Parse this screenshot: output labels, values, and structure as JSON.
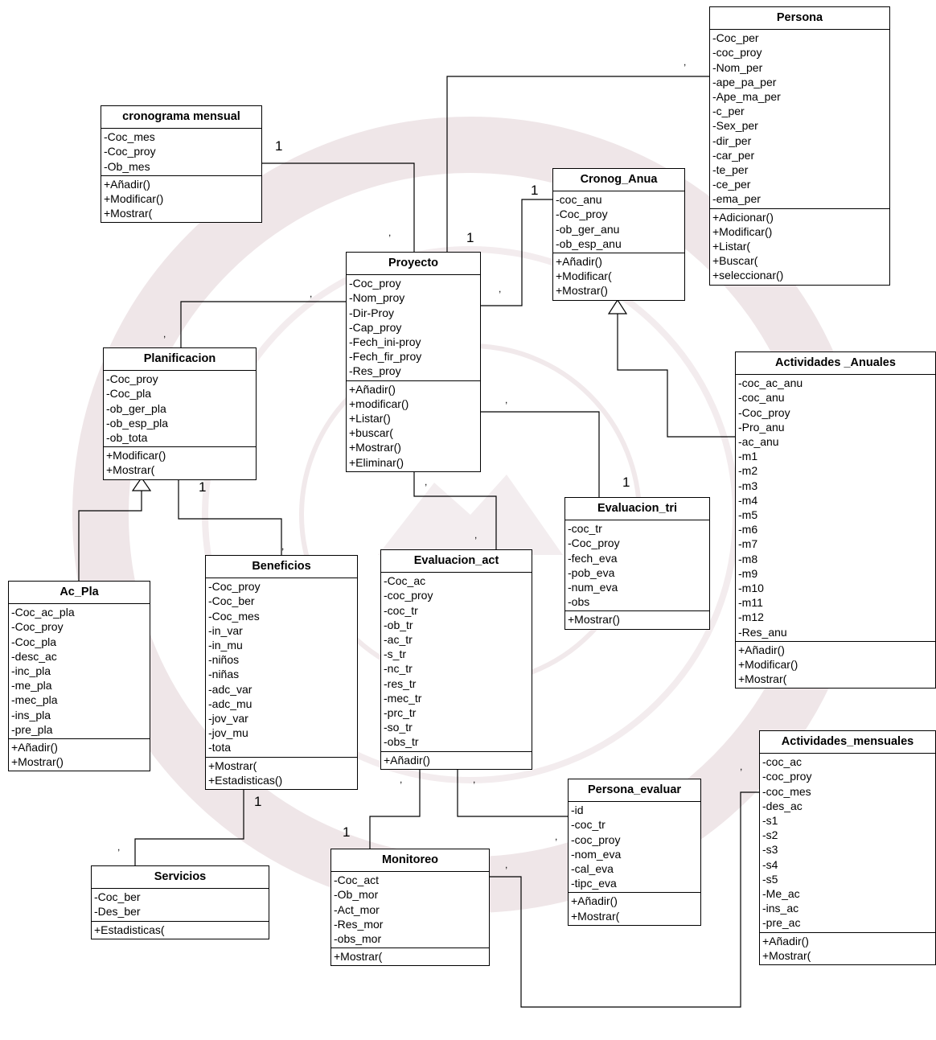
{
  "classes": {
    "persona": {
      "name": "Persona",
      "attributes": [
        "-Coc_per",
        "-coc_proy",
        "-Nom_per",
        "-ape_pa_per",
        "-Ape_ma_per",
        "-c_per",
        "-Sex_per",
        "-dir_per",
        "-car_per",
        "-te_per",
        "-ce_per",
        "-ema_per"
      ],
      "methods": [
        "+Adicionar()",
        "+Modificar()",
        "+Listar(",
        "+Buscar(",
        "+seleccionar()"
      ]
    },
    "cronograma_mensual": {
      "name": "cronograma mensual",
      "attributes": [
        "-Coc_mes",
        "-Coc_proy",
        "-Ob_mes"
      ],
      "methods": [
        "+Añadir()",
        "+Modificar()",
        "+Mostrar("
      ]
    },
    "cronog_anual": {
      "name": "Cronog_Anua",
      "attributes": [
        "-coc_anu",
        "-Coc_proy",
        "-ob_ger_anu",
        "-ob_esp_anu"
      ],
      "methods": [
        "+Añadir()",
        "+Modificar(",
        "+Mostrar()"
      ]
    },
    "proyecto": {
      "name": "Proyecto",
      "attributes": [
        "-Coc_proy",
        "-Nom_proy",
        "-Dir-Proy",
        "-Cap_proy",
        "-Fech_ini-proy",
        "-Fech_fir_proy",
        "-Res_proy"
      ],
      "methods": [
        "+Añadir()",
        "+modificar()",
        "+Listar()",
        "+buscar(",
        "+Mostrar()",
        "+Eliminar()"
      ]
    },
    "planificacion": {
      "name": "Planificacion",
      "attributes": [
        "-Coc_proy",
        "-Coc_pla",
        "-ob_ger_pla",
        "-ob_esp_pla",
        "-ob_tota"
      ],
      "methods": [
        "+Modificar()",
        "+Mostrar("
      ]
    },
    "actividades_anuales": {
      "name": "Actividades _Anuales",
      "attributes": [
        "-coc_ac_anu",
        "-coc_anu",
        "-Coc_proy",
        "-Pro_anu",
        "-ac_anu",
        "-m1",
        "-m2",
        "-m3",
        "-m4",
        "-m5",
        "-m6",
        "-m7",
        "-m8",
        "-m9",
        "-m10",
        "-m11",
        "-m12",
        "-Res_anu"
      ],
      "methods": [
        "+Añadir()",
        "+Modificar()",
        "+Mostrar("
      ]
    },
    "evaluacion_tri": {
      "name": "Evaluacion_tri",
      "attributes": [
        "-coc_tr",
        "-Coc_proy",
        "-fech_eva",
        "-pob_eva",
        "-num_eva",
        "-obs"
      ],
      "methods": [
        "+Mostrar()"
      ]
    },
    "ac_pla": {
      "name": "Ac_Pla",
      "attributes": [
        "-Coc_ac_pla",
        "-Coc_proy",
        "-Coc_pla",
        "-desc_ac",
        "-inc_pla",
        "-me_pla",
        "-mec_pla",
        "-ins_pla",
        "-pre_pla"
      ],
      "methods": [
        "+Añadir()",
        "+Mostrar()"
      ]
    },
    "beneficios": {
      "name": "Beneficios",
      "attributes": [
        "-Coc_proy",
        "-Coc_ber",
        "-Coc_mes",
        "-in_var",
        "-in_mu",
        "-niños",
        "-niñas",
        "-adc_var",
        "-adc_mu",
        "-jov_var",
        "-jov_mu",
        "-tota"
      ],
      "methods": [
        "+Mostrar(",
        "+Estadisticas()"
      ]
    },
    "evaluacion_act": {
      "name": "Evaluacion_act",
      "attributes": [
        "-Coc_ac",
        "-coc_proy",
        "-coc_tr",
        "-ob_tr",
        "-ac_tr",
        "-s_tr",
        "-nc_tr",
        "-res_tr",
        "-mec_tr",
        "-prc_tr",
        "-so_tr",
        "-obs_tr"
      ],
      "methods": [
        "+Añadir()"
      ]
    },
    "actividades_mensuales": {
      "name": "Actividades_mensuales",
      "attributes": [
        "-coc_ac",
        "-coc_proy",
        "-coc_mes",
        "-des_ac",
        "-s1",
        "-s2",
        "-s3",
        "-s4",
        "-s5",
        "-Me_ac",
        "-ins_ac",
        "-pre_ac"
      ],
      "methods": [
        "+Añadir()",
        "+Mostrar("
      ]
    },
    "persona_evaluar": {
      "name": "Persona_evaluar",
      "attributes": [
        "-id",
        "-coc_tr",
        "-coc_proy",
        "-nom_eva",
        "-cal_eva",
        "-tipc_eva"
      ],
      "methods": [
        "+Añadir()",
        "+Mostrar("
      ]
    },
    "servicios": {
      "name": "Servicios",
      "attributes": [
        "-Coc_ber",
        "-Des_ber"
      ],
      "methods": [
        "+Estadisticas("
      ]
    },
    "monitoreo": {
      "name": "Monitoreo",
      "attributes": [
        "-Coc_act",
        "-Ob_mor",
        "-Act_mor",
        "-Res_mor",
        "-obs_mor"
      ],
      "methods": [
        "+Mostrar("
      ]
    }
  },
  "multiplicities": {
    "m_cronograma": "1",
    "m_cronog_anual": "1",
    "m_proyecto": "1",
    "m_planificacion": "1",
    "m_evaluacion_tri": "1",
    "m_beneficios": "1",
    "m_monitoreo": "1"
  },
  "colors": {
    "line": "#000000",
    "watermark": "#e9dde0"
  }
}
